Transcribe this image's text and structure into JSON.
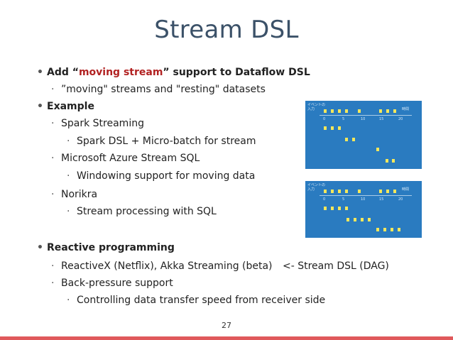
{
  "title": "Stream DSL",
  "bullets": {
    "b1_prefix": "Add “",
    "b1_accent": "moving stream",
    "b1_suffix": "” support to Dataflow DSL",
    "b1_sub1": "”moving\" streams and \"resting\" datasets",
    "b2": "Example",
    "b2_sub1": "Spark Streaming",
    "b2_sub1_sub1": "Spark DSL + Micro-batch for stream",
    "b2_sub2": "Microsoft Azure Stream SQL",
    "b2_sub2_sub1": "Windowing support for moving data",
    "b2_sub3": "Norikra",
    "b2_sub3_sub1": "Stream processing with SQL",
    "b3": "Reactive programming",
    "b3_sub1": "ReactiveX (Netflix), Akka Streaming (beta)",
    "b3_sub1_note": "<- Stream DSL (DAG)",
    "b3_sub2": "Back-pressure support",
    "b3_sub2_sub1": "Controlling data transfer speed from receiver side"
  },
  "diagram": {
    "label_line1": "イベントの",
    "label_line2": "入力",
    "time_label": "時間",
    "ticks": [
      "0",
      "5",
      "10",
      "15",
      "20"
    ]
  },
  "page_number": "27",
  "colors": {
    "title": "#3b5168",
    "accent": "#b22222",
    "panel": "#2a7bc0",
    "event": "#f4e75b",
    "bottom_rule": "#e0595b"
  }
}
